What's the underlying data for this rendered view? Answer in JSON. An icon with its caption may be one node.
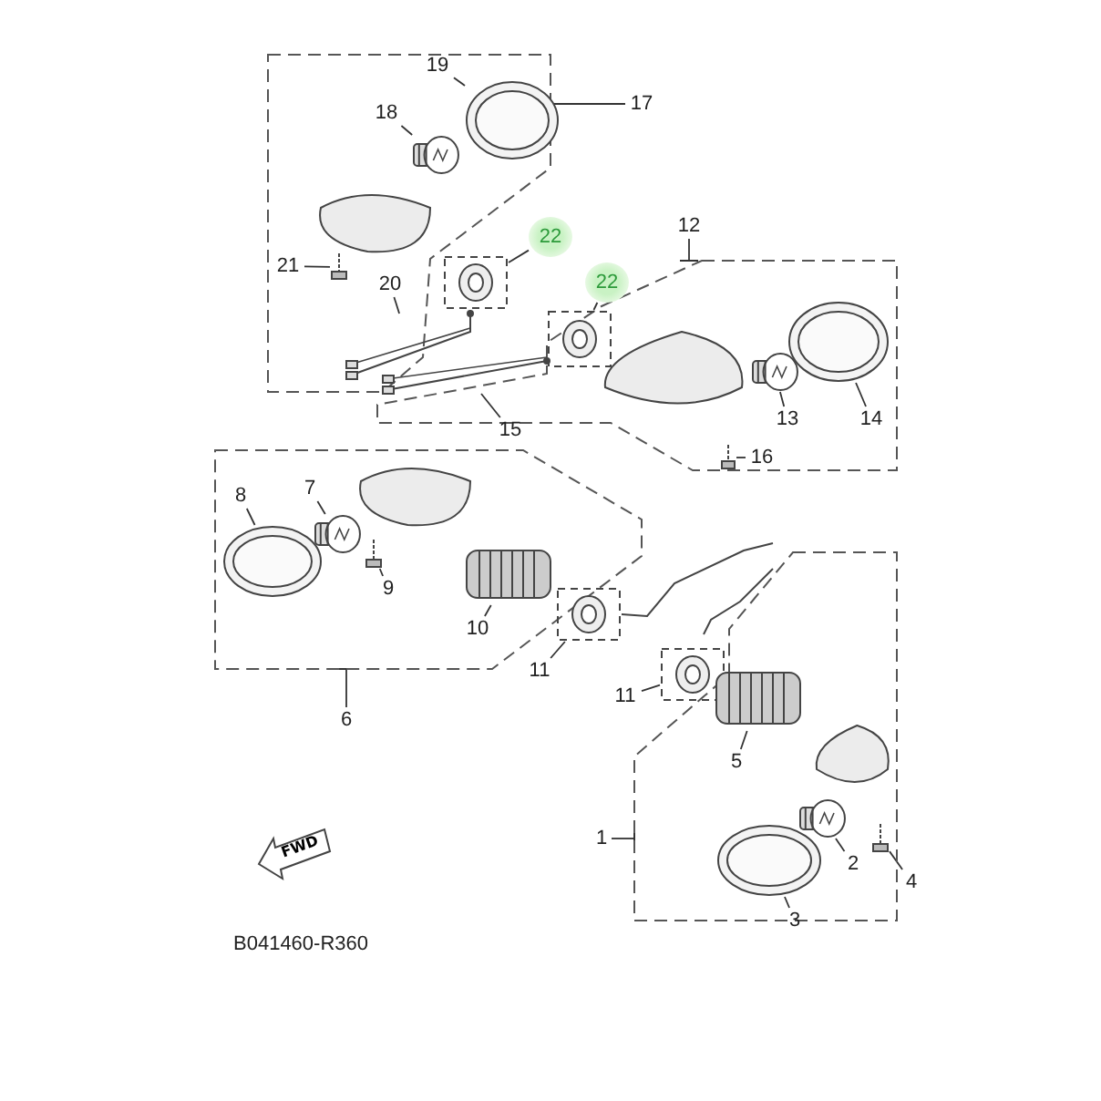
{
  "diagram": {
    "nodes": [
      {
        "text": [],
        "shape": "box"
      },
      {
        "text": [
          "19"
        ],
        "in": 0
      },
      {
        "text": [],
        "shape": "picture",
        "in": 0
      },
      {
        "text": [
          "18"
        ],
        "in": 0
      },
      {
        "text": [],
        "shape": "picture",
        "in": 0
      },
      {
        "text": [
          "21"
        ],
        "in": 0
      },
      {
        "text": [],
        "shape": "picture",
        "in": 0
      },
      {
        "text": [
          "22"
        ],
        "in": 0
      },
      {
        "text": [],
        "shape": "picture",
        "in": 0
      },
      {
        "text": [
          "20"
        ],
        "in": 0
      },
      {
        "text": [],
        "shape": "picture",
        "in": 0
      },
      {
        "text": [
          "17"
        ]
      },
      {
        "text": [],
        "shape": "box"
      },
      {
        "text": [
          "12"
        ]
      },
      {
        "text": [
          "22"
        ],
        "in": 12
      },
      {
        "text": [],
        "shape": "picture",
        "in": 12
      },
      {
        "text": [
          "14"
        ],
        "in": 12
      },
      {
        "text": [],
        "shape": "picture",
        "in": 12
      },
      {
        "text": [
          "13"
        ],
        "in": 12
      },
      {
        "text": [],
        "shape": "picture",
        "in": 12
      },
      {
        "text": [
          "15"
        ],
        "in": 12
      },
      {
        "text": [],
        "shape": "picture",
        "in": 12
      },
      {
        "text": [
          "16"
        ],
        "in": 12
      },
      {
        "text": [],
        "shape": "picture",
        "in": 12
      },
      {
        "text": [],
        "shape": "box"
      },
      {
        "text": [
          "8"
        ],
        "in": 24
      },
      {
        "text": [],
        "shape": "picture",
        "in": 24
      },
      {
        "text": [
          "7"
        ],
        "in": 24
      },
      {
        "text": [],
        "shape": "picture",
        "in": 24
      },
      {
        "text": [
          "9"
        ],
        "in": 24
      },
      {
        "text": [],
        "shape": "picture",
        "in": 24
      },
      {
        "text": [
          "10"
        ],
        "in": 24
      },
      {
        "text": [],
        "shape": "picture",
        "in": 24
      },
      {
        "text": [
          "11"
        ]
      },
      {
        "text": [],
        "shape": "picture"
      },
      {
        "text": [
          "6"
        ]
      },
      {
        "text": [
          "11"
        ]
      },
      {
        "text": [],
        "shape": "picture"
      },
      {
        "text": [],
        "shape": "box"
      },
      {
        "text": [
          "5"
        ],
        "in": 38
      },
      {
        "text": [],
        "shape": "picture",
        "in": 38
      },
      {
        "text": [
          "2"
        ],
        "in": 38
      },
      {
        "text": [],
        "shape": "picture",
        "in": 38
      },
      {
        "text": [
          "3"
        ],
        "in": 38
      },
      {
        "text": [],
        "shape": "picture",
        "in": 38
      },
      {
        "text": [],
        "shape": "picture",
        "in": 38
      },
      {
        "text": [
          "4"
        ]
      },
      {
        "text": [
          "1"
        ]
      }
    ],
    "edges": [
      {
        "from": 1,
        "to": 2,
        "arrow": "none"
      },
      {
        "from": 3,
        "to": 4,
        "arrow": "none"
      },
      {
        "from": 5,
        "to": 6,
        "arrow": "none"
      },
      {
        "from": 7,
        "to": 8,
        "arrow": "none"
      },
      {
        "from": 9,
        "to": 10,
        "arrow": "none"
      },
      {
        "from": 11,
        "to": 0,
        "arrow": "none"
      },
      {
        "from": 13,
        "to": 12,
        "arrow": "none"
      },
      {
        "from": 14,
        "to": 15,
        "arrow": "none"
      },
      {
        "from": 16,
        "to": 17,
        "arrow": "none"
      },
      {
        "from": 18,
        "to": 19,
        "arrow": "none"
      },
      {
        "from": 20,
        "to": 21,
        "arrow": "none"
      },
      {
        "from": 22,
        "to": 23,
        "arrow": "none"
      },
      {
        "from": 25,
        "to": 26,
        "arrow": "none"
      },
      {
        "from": 27,
        "to": 28,
        "arrow": "none"
      },
      {
        "from": 29,
        "to": 30,
        "arrow": "none"
      },
      {
        "from": 31,
        "to": 32,
        "arrow": "none"
      },
      {
        "from": 33,
        "to": 34,
        "arrow": "none"
      },
      {
        "from": 35,
        "to": 24,
        "arrow": "none"
      },
      {
        "from": 36,
        "to": 37,
        "arrow": "none"
      },
      {
        "from": 39,
        "to": 40,
        "arrow": "none"
      },
      {
        "from": 41,
        "to": 42,
        "arrow": "none"
      },
      {
        "from": 43,
        "to": 44,
        "arrow": "none"
      },
      {
        "from": 46,
        "to": 45,
        "arrow": "none"
      },
      {
        "from": 47,
        "to": 38,
        "arrow": "none"
      }
    ],
    "labels": [
      "FWD",
      "B041460-R360"
    ]
  }
}
